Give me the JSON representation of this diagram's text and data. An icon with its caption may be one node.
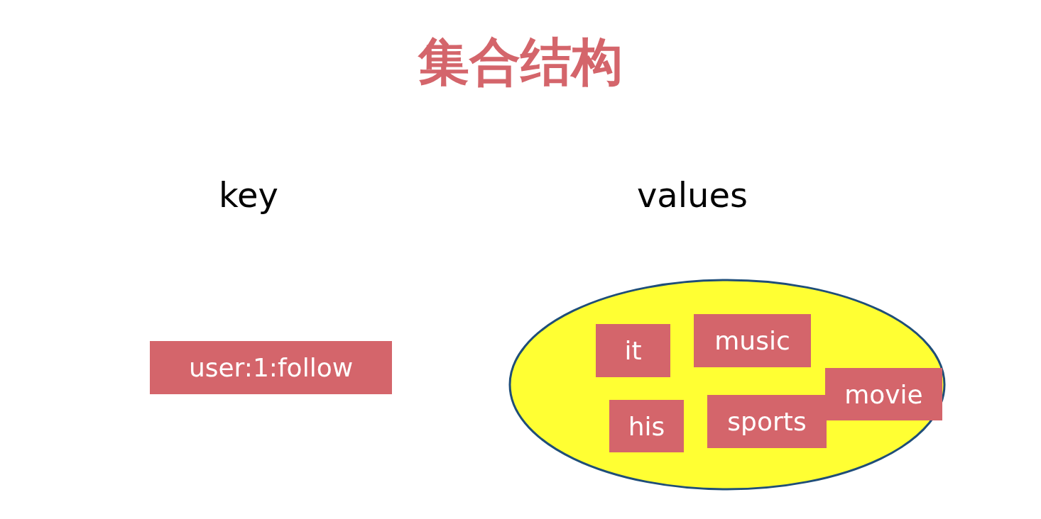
{
  "diagram": {
    "title": "集合结构",
    "nodes": [
      {
        "text": [
          "key",
          "user:1:follow"
        ]
      },
      {
        "text": [
          "values"
        ]
      },
      {
        "text": [
          "it"
        ],
        "in": 1
      },
      {
        "text": [
          "music"
        ],
        "in": 1
      },
      {
        "text": [
          "movie"
        ],
        "in": 1
      },
      {
        "text": [
          "his"
        ],
        "in": 1
      },
      {
        "text": [
          "sports"
        ],
        "in": 1
      }
    ]
  }
}
